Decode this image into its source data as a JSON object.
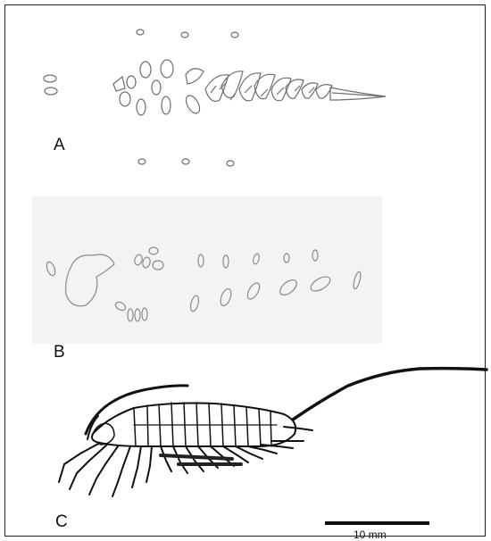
{
  "panels": {
    "a": {
      "label": "A"
    },
    "b": {
      "label": "B"
    },
    "c": {
      "label": "C"
    }
  },
  "scale_bar": {
    "label": "10 mm"
  },
  "colors": {
    "ink": "#111111",
    "outline": "#7a7a7a",
    "panel_b_background": "#f3f3f3"
  }
}
